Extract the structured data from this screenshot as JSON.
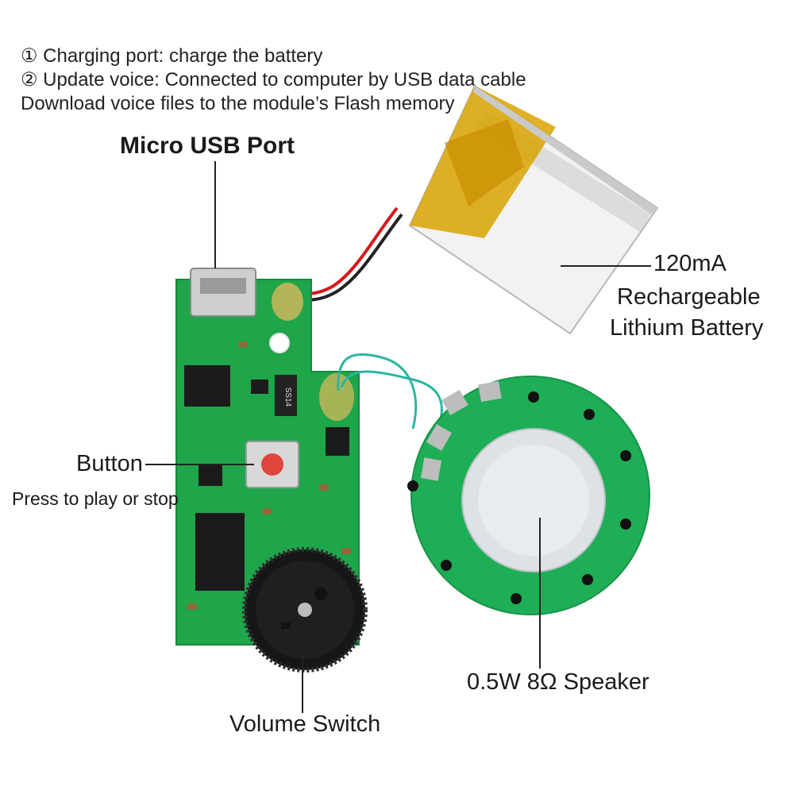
{
  "notes": {
    "line1": "① Charging port: charge the battery",
    "line2": "② Update voice: Connected to computer by USB data cable",
    "line3": "Download voice files to the module’s Flash memory"
  },
  "labels": {
    "usb_port": "Micro USB Port",
    "battery_capacity": "120mA",
    "battery_line2": "Rechargeable",
    "battery_line3": "Lithium Battery",
    "button": "Button",
    "button_desc": "Press to play or stop",
    "speaker": "0.5W 8Ω Speaker",
    "volume": "Volume Switch"
  },
  "chips": {
    "diode": "SS14"
  },
  "colors": {
    "pcb_green": "#1fa54a",
    "speaker_green": "#1eae55",
    "battery_tape": "#d9a300",
    "wire_red": "#d4191c",
    "wire_teal": "#2bb5a0"
  }
}
